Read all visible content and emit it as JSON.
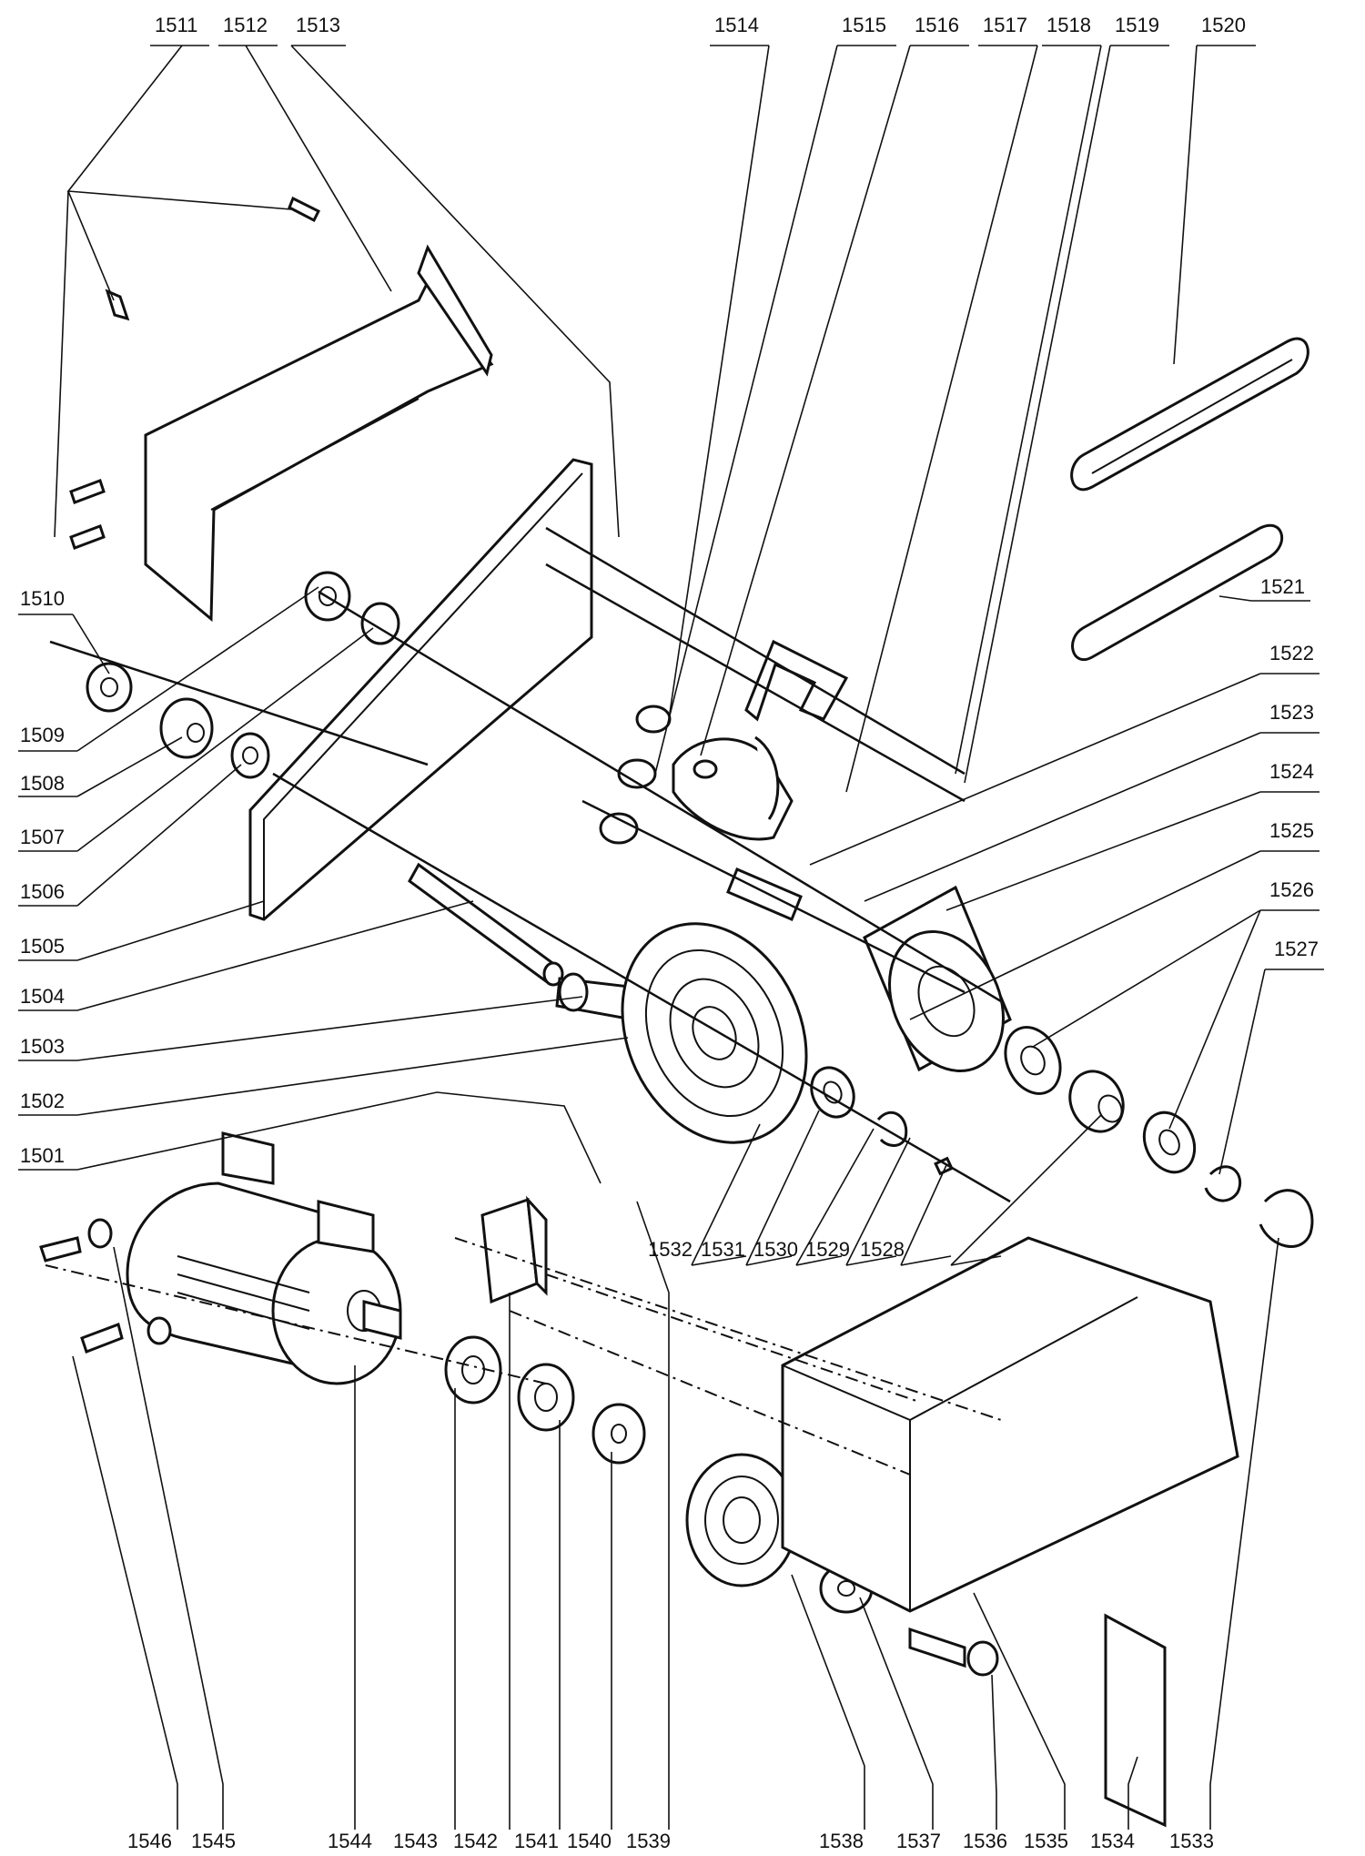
{
  "labels": {
    "top": [
      "1511",
      "1512",
      "1513",
      "1514",
      "1515",
      "1516",
      "1517",
      "1518",
      "1519",
      "1520"
    ],
    "right": [
      "1521",
      "1522",
      "1523",
      "1524",
      "1525",
      "1526",
      "1527"
    ],
    "left": [
      "1510",
      "1509",
      "1508",
      "1507",
      "1506",
      "1505",
      "1504",
      "1503",
      "1502",
      "1501"
    ],
    "mid": [
      "1532",
      "1531",
      "1530",
      "1529",
      "1528"
    ],
    "bottom": [
      "1546",
      "1545",
      "1544",
      "1543",
      "1542",
      "1541",
      "1540",
      "1539",
      "1538",
      "1537",
      "1536",
      "1535",
      "1534",
      "1533"
    ]
  }
}
